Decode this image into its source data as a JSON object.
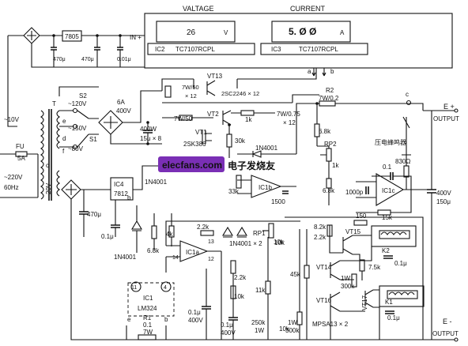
{
  "meters": {
    "voltage": {
      "label": "VALTAGE",
      "reading": "26",
      "unit": "V",
      "ic": "IC2",
      "chip": "TC7107RCPL"
    },
    "current": {
      "label": "CURRENT",
      "reading": "5. Ø Ø",
      "unit": "A",
      "ic": "IC3",
      "chip": "TC7107RCPL"
    },
    "in_label": "IN +",
    "pins": {
      "a": "a",
      "b": "b"
    }
  },
  "aux_supply": {
    "reg": "7805",
    "c1": "470μ",
    "c2": "470μ",
    "c3": "0.01μ",
    "vac": "~10V"
  },
  "transformer": {
    "fuse_id": "FU",
    "fuse_val": "5A",
    "mains_1": "~220V",
    "mains_2": "60Hz",
    "taps": [
      "~120V",
      "~150V",
      "~80V"
    ],
    "tap_letters": [
      "T",
      "c",
      "d",
      "e",
      "f"
    ],
    "switches": [
      "S2",
      "S1"
    ],
    "winding_20v": "20V"
  },
  "main_rect": {
    "label_1": "6A",
    "label_2": "400V",
    "cap_1": "400W",
    "cap_2": "15μ × 8"
  },
  "pass_stage": {
    "vt13": "VT13",
    "r_vt13_1": "7W/50",
    "r_vt13_2": "× 12",
    "vt13_part": "2SC2246 × 12",
    "r7w": "7W/50",
    "vt2": "VT2",
    "r1k": "1k",
    "r_emit_1": "7W/0.75",
    "r_emit_2": "× 12",
    "vt1": "VT1",
    "vt1_part": "2SK386",
    "r30k": "30k",
    "d_1n4001": "1N4001",
    "r2_1": "R2",
    "r2_2": "7W/0.2",
    "r68k_1": "6.8k",
    "rp2": "RP2",
    "r1k_b": "1k",
    "r68k_2": "6.8k"
  },
  "output": {
    "out_pos": "E +",
    "out_pos_2": "OUTPUT",
    "out_neg": "E -",
    "out_neg_2": "OUTPUT",
    "c_label": "c",
    "buzzer": "压电蜂鸣器",
    "r830": "830Ω",
    "cap_1": "400V",
    "cap_2": "150μ"
  },
  "regulator": {
    "ic4": "IC4",
    "ic4_part": "7812",
    "d1": "1N4001",
    "c470": "470μ",
    "c01": "0.1μ",
    "d2": "1N4001",
    "pin_b": "b",
    "r68": "6.8k",
    "r4k": "4k"
  },
  "opamps": {
    "ic1b": "IC1b",
    "ic1a": "IC1a",
    "ic1c": "IC1c",
    "r33k": "33k",
    "c1500": "1500",
    "c1000p": "1000p",
    "c01": "0.1",
    "r15k": "15k",
    "r22k_1": "2.2k",
    "r22k_2": "2.2k",
    "d_pair": "1N4001 × 2",
    "pins_a": [
      "13",
      "12",
      "14"
    ],
    "rp1": "RP1",
    "r10k": "10k",
    "ic1_1": "IC1",
    "ic1_2": "LM324",
    "pin_11": "11",
    "pin_4": "4"
  },
  "bottom": {
    "e": "e",
    "r1_1": "R1",
    "r1_2": "0.1",
    "r1_3": "7W",
    "b": "b",
    "cap_a_1": "0.1μ",
    "cap_a_2": "400V",
    "cap_b_1": "0.1μ",
    "cap_b_2": "400V",
    "r10k_1": "10k",
    "r10k_2": "10k",
    "r11k": "11k",
    "r250k_1": "250k",
    "r250k_2": "1W",
    "r300k_1": "1W",
    "r300k_2": "300k",
    "r10k_3": "10k",
    "r45k": "45k"
  },
  "relay_block": {
    "r150": "150",
    "r82k": "8.2k",
    "r22k": "2.2k",
    "vt15": "VT15",
    "vt14": "VT14",
    "vt16": "VT16",
    "vt17": "VT17",
    "r1w": "1W",
    "r300k": "300k",
    "k2": "K2",
    "k1": "K1",
    "c01a": "0.1μ",
    "c01b": "0.1μ",
    "r75k": "7.5k",
    "mpsa": "MPSA13 × 2"
  },
  "watermark": {
    "domain": "elecfans.com",
    "cn": "电子发烧友"
  }
}
